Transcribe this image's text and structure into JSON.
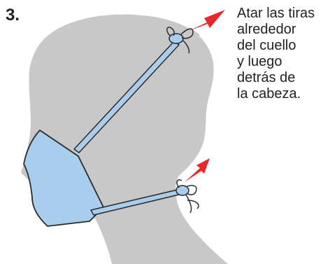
{
  "step": {
    "number": "3."
  },
  "instruction": {
    "lines": [
      "Atar las tiras",
      "alrededor",
      "del cuello",
      "y luego",
      "detrás de",
      "la cabeza."
    ]
  },
  "colors": {
    "head_silhouette": "#c8c8c8",
    "mask_fill": "#a9cdec",
    "mask_outline": "#2b2b2b",
    "arrow": "#e8262b",
    "text": "#231f20"
  },
  "icons": {
    "arrow_upper": "red-arrow-icon",
    "arrow_lower": "red-arrow-icon"
  }
}
